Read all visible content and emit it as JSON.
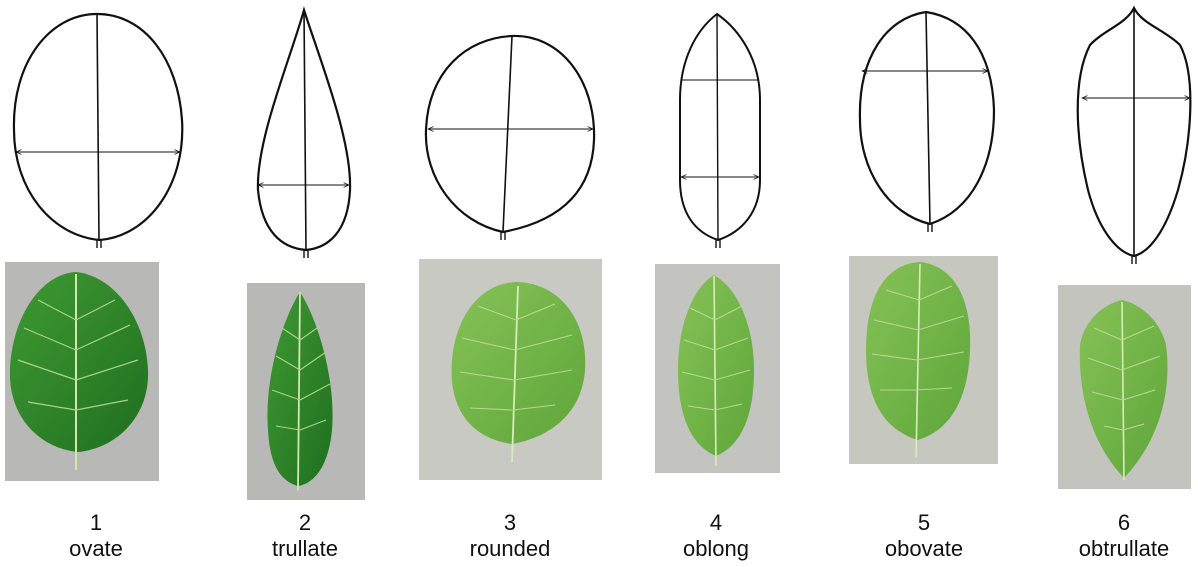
{
  "colors": {
    "outline": "#111111",
    "photo_background": "#b9bab7",
    "leaf_dark": "#2f8a2a",
    "leaf_light": "#7fbf4a",
    "vein": "#c9e7a6"
  },
  "shapes": [
    {
      "number": "1",
      "name": "ovate"
    },
    {
      "number": "2",
      "name": "trullate"
    },
    {
      "number": "3",
      "name": "rounded"
    },
    {
      "number": "4",
      "name": "oblong"
    },
    {
      "number": "5",
      "name": "obovate"
    },
    {
      "number": "6",
      "name": "obtrullate"
    }
  ]
}
